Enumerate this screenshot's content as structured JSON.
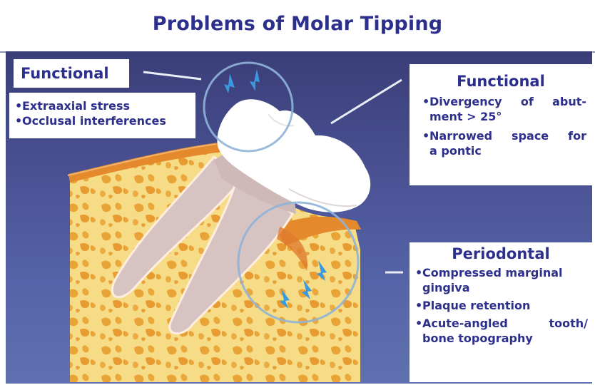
{
  "title": "Problems of Molar Tipping",
  "functional_left": {
    "heading": "Functional",
    "items": [
      "Extraaxial stress",
      "Occlusal interferences"
    ]
  },
  "functional_right": {
    "heading": "Functional",
    "items": [
      {
        "line1": "Divergency of abut-",
        "line2": "ment > 25°"
      },
      {
        "line1": "Narrowed space for",
        "line2": "a pontic"
      }
    ]
  },
  "periodontal": {
    "heading": "Periodontal",
    "items": [
      {
        "line1": "Compressed marginal",
        "line2": "gingiva"
      },
      {
        "line1": "Plaque retention",
        "line2": ""
      },
      {
        "line1": "Acute-angled tooth/",
        "line2": "bone topography"
      }
    ]
  },
  "bullet": "•",
  "colors": {
    "text": "#2d2f8c",
    "background": "#4a5294",
    "bone": "#f6dc86",
    "bone_spots": "#e9a437",
    "gingiva": "#e58a2c",
    "tooth": "#ffffff",
    "root": "#d8c3c3",
    "arrows": "#3a9ae0",
    "circles": "#8fb4d8"
  }
}
